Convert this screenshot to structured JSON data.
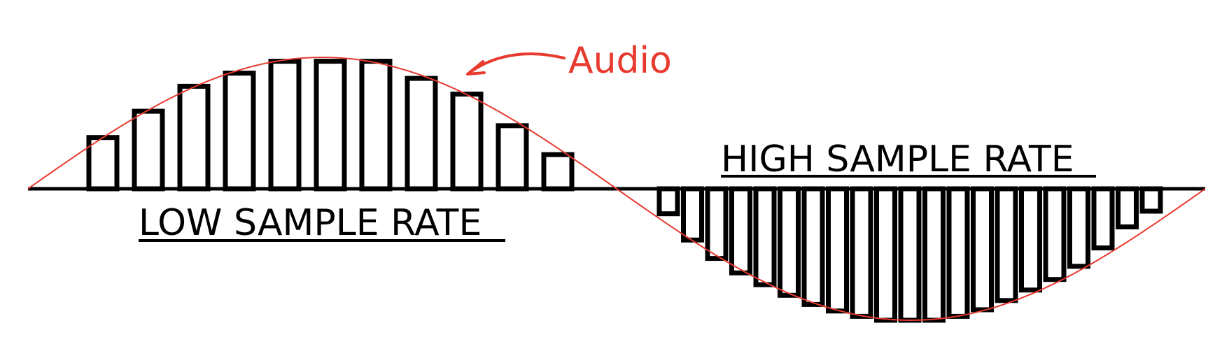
{
  "labels": {
    "audio": "Audio",
    "low_rate": "LOW SAMPLE RATE",
    "high_rate": "HIGH SAMPLE RATE"
  },
  "colors": {
    "waveform": "#e83a2e",
    "bars": "#000000",
    "axis": "#000000",
    "background": "#ffffff"
  },
  "low_rate_samples": [
    0.39,
    0.59,
    0.78,
    0.88,
    0.97,
    0.97,
    0.97,
    0.84,
    0.72,
    0.48,
    0.26
  ],
  "high_rate_samples": [
    0.19,
    0.39,
    0.53,
    0.64,
    0.73,
    0.81,
    0.88,
    0.93,
    0.97,
    1.0,
    1.0,
    1.0,
    0.97,
    0.92,
    0.85,
    0.77,
    0.69,
    0.59,
    0.45,
    0.29,
    0.17
  ]
}
